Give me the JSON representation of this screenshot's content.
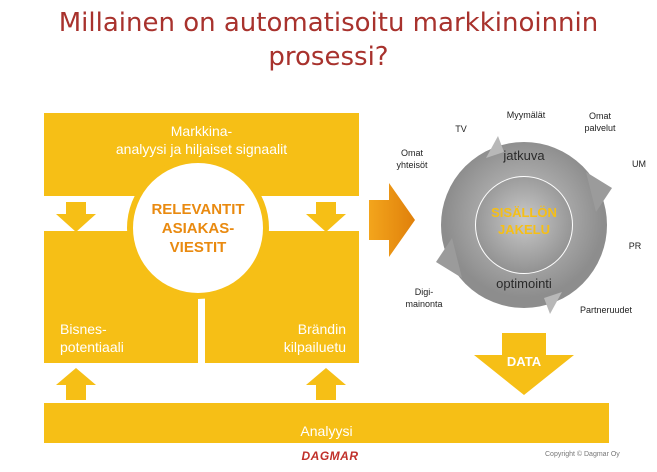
{
  "title": "Millainen on automatisoitu markkinoinnin prosessi?",
  "left": {
    "top_block": "Markkina-\nanalyysi ja hiljaiset signaalit",
    "center": "RELEVANTIT\nASIAKAS-\nVIESTIT",
    "bottom_left": "Bisnes-\npotentiaali",
    "bottom_right": "Brändin\nkilpailuetu",
    "bottom_bar": "Analyysi"
  },
  "wheel": {
    "center": "SISÄLLÖN\nJAKELU",
    "top_arc": "jatkuva",
    "bottom_arc": "optimointi",
    "channels": {
      "tv": "TV",
      "stores": "Myymälät",
      "own_services": "Omat\npalvelut",
      "own_communities": "Omat\nyhteisöt",
      "um": "UM",
      "pr": "PR",
      "digital": "Digi-\nmainonta",
      "partners": "Partneruudet"
    }
  },
  "data_arrow": "DATA",
  "logo": "DAGMAR",
  "copyright": "Copyright © Dagmar Oy",
  "colors": {
    "title": "#a8322d",
    "yellow": "#f6bf16",
    "orange": "#e98a10",
    "wheel_gray": "#9b9b9b"
  }
}
